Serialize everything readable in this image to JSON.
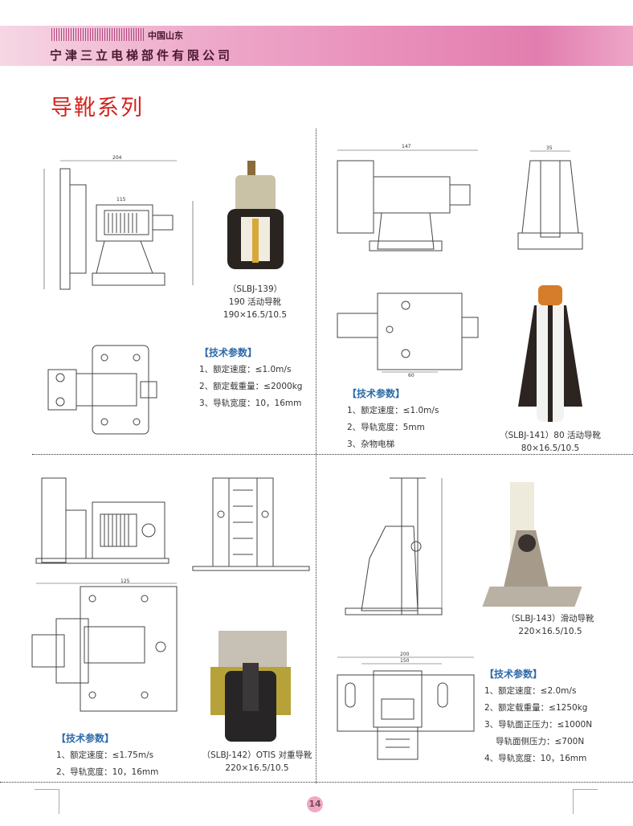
{
  "header": {
    "region": "中国山东",
    "company": "宁津三立电梯部件有限公司"
  },
  "title": "导靴系列",
  "products": [
    {
      "caption": [
        "（SLBJ-139）",
        "190  活动导靴",
        "190×16.5/10.5"
      ],
      "specs_title": "【技术参数】",
      "specs": [
        "1、额定速度：≤1.0m/s",
        "2、额定载重量：≤2000kg",
        "3、导轨宽度：10，16mm"
      ]
    },
    {
      "caption": [
        "（SLBJ-141）80 活动导靴",
        "80×16.5/10.5"
      ],
      "specs_title": "【技术参数】",
      "specs": [
        "1、额定速度：≤1.0m/s",
        "2、导轨宽度：5mm",
        "3、杂物电梯"
      ]
    },
    {
      "caption": [
        "（SLBJ-142）OTIS 对重导靴",
        "220×16.5/10.5"
      ],
      "specs_title": "【技术参数】",
      "specs": [
        "1、额定速度：≤1.75m/s",
        "2、导轨宽度：10，16mm"
      ]
    },
    {
      "caption": [
        "（SLBJ-143）滑动导靴",
        "220×16.5/10.5"
      ],
      "specs_title": "【技术参数】",
      "specs": [
        "1、额定速度：≤2.0m/s",
        "2、额定载重量：≤1250kg",
        "3、导轨面正压力：≤1000N",
        "   导轨面侧压力：≤700N",
        "4、导轨宽度：10，16mm"
      ]
    }
  ],
  "drawing_dims": {
    "d1": "204",
    "d2": "115",
    "d3": "147",
    "d4": "35",
    "d5": "60",
    "d6": "200",
    "d7": "150",
    "d8": "125"
  },
  "page_number": "14",
  "colors": {
    "title": "#d5231e",
    "spec_heading": "#2e6aa8",
    "band": "#e990bb"
  }
}
